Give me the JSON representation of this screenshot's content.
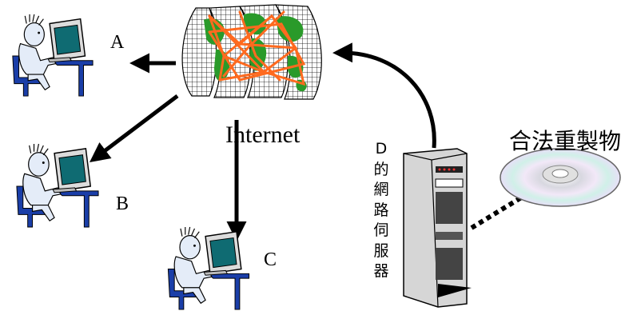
{
  "diagram": {
    "internet_label": "Internet",
    "users": [
      {
        "id": "A",
        "label": "A"
      },
      {
        "id": "B",
        "label": "B"
      },
      {
        "id": "C",
        "label": "C"
      }
    ],
    "server_label_chars": [
      "D",
      "的",
      "網",
      "路",
      "伺",
      "服",
      "器"
    ],
    "disc_label": "合法重製物",
    "colors": {
      "globe_land": "#2a9a2a",
      "network_lines": "#ff6a1f",
      "monitor_screen": "#0f6b72",
      "chair_desk": "#1a3ea8",
      "person_skin": "#e4ecf8",
      "arrow": "#000000"
    }
  }
}
